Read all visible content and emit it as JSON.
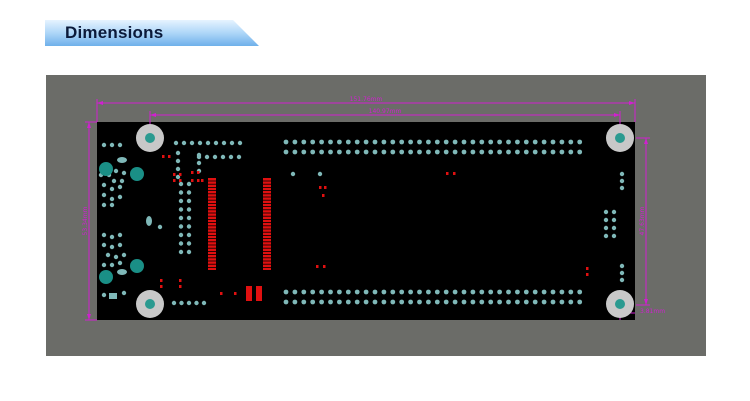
{
  "section": {
    "title": "Dimensions"
  },
  "dimensions": {
    "overall_width": "151.76mm",
    "hole_span_width": "140.97mm",
    "overall_height": "53.34mm",
    "hole_span_height": "47.63mm",
    "corner_offset": "3.81mm"
  },
  "colors": {
    "panel": "#6b6c68",
    "board": "#000000",
    "dimension_lines": "#d020d0",
    "pads": "#7fb8b8",
    "smd": "#e01010",
    "mount_holes": "#c8c8c8",
    "banner": "#9ec9f0"
  },
  "icons": [
    "mounting-hole-icon",
    "connector-icon",
    "chip-icon"
  ]
}
